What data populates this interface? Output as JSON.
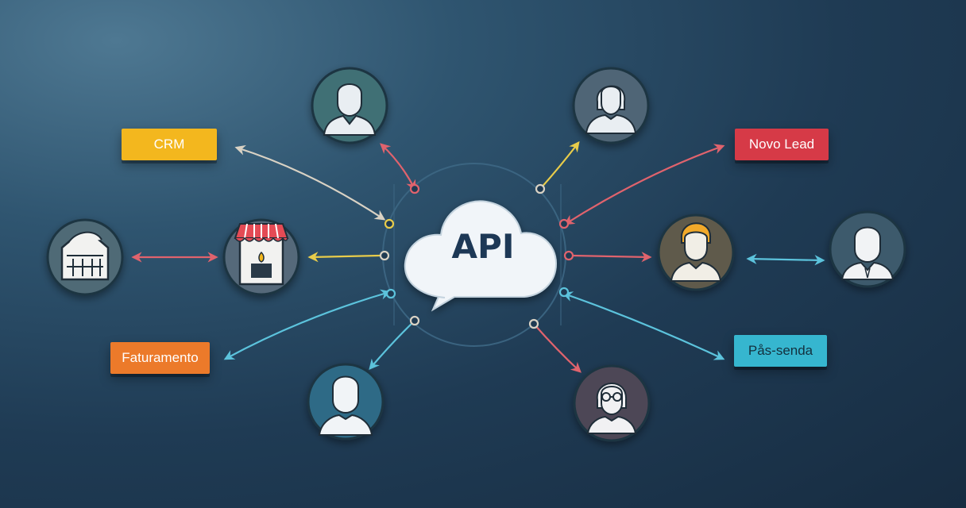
{
  "center": {
    "label": "API"
  },
  "tags": {
    "crm": {
      "text": "CRM",
      "color": "#f3b71e"
    },
    "novo_lead": {
      "text": "Novo Lead",
      "color": "#d63a47"
    },
    "faturamento": {
      "text": "Faturamento",
      "color": "#ec7a2a"
    },
    "pos_venda": {
      "text": "Pås-senda",
      "color": "#36b6cf"
    }
  },
  "colors": {
    "arrow_yellow": "#e8cc4a",
    "arrow_red": "#e0636d",
    "arrow_cyan": "#5cc3dc",
    "arrow_light": "#d9d2c4",
    "node_teal": "#3f6f74",
    "node_slate": "#4f6576",
    "node_brown": "#5f5a4c",
    "node_plum": "#4e4656",
    "node_blue": "#2f6a86"
  },
  "icons": [
    "user-avatar-icon",
    "user-female-avatar-icon",
    "storefront-icon",
    "warehouse-icon",
    "user-orange-hair-avatar-icon",
    "user-tie-avatar-icon",
    "user-glasses-avatar-icon",
    "cloud-icon"
  ]
}
